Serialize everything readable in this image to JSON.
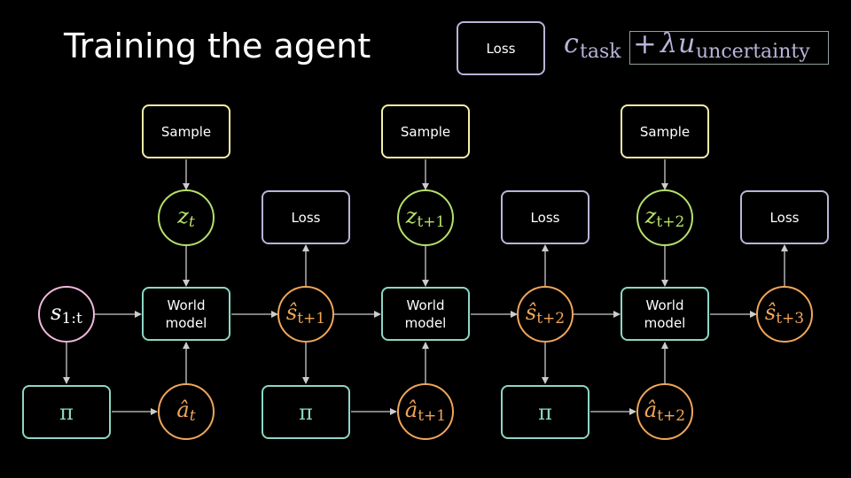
{
  "title": "Training the agent",
  "legend": {
    "loss_label": "Loss",
    "equation": {
      "c": "c",
      "c_sub": "task",
      "plus": "+",
      "lambda": "λ",
      "u": "u",
      "u_sub": "uncertainty"
    }
  },
  "nodes": {
    "sample_label": "Sample",
    "loss_label": "Loss",
    "world_model_label": "World\nmodel",
    "pi": "π",
    "s_start": {
      "base": "s",
      "sub": "1:t"
    },
    "z": [
      {
        "base": "z",
        "sub": "t"
      },
      {
        "base": "z",
        "sub": "t+1"
      },
      {
        "base": "z",
        "sub": "t+2"
      }
    ],
    "s_hat": [
      {
        "base": "ŝ",
        "sub": "t+1"
      },
      {
        "base": "ŝ",
        "sub": "t+2"
      },
      {
        "base": "ŝ",
        "sub": "t+3"
      }
    ],
    "a_hat": [
      {
        "base": "â",
        "sub": "t"
      },
      {
        "base": "â",
        "sub": "t+1"
      },
      {
        "base": "â",
        "sub": "t+2"
      }
    ]
  },
  "colors": {
    "sample_border": "#f3f0a8",
    "loss_border": "#b9b4d8",
    "model_border": "#8ed6c6",
    "z_border": "#b6e06a",
    "prediction_border": "#f0a65a",
    "state_border": "#f0b8dc",
    "arrow": "#cccccc"
  }
}
